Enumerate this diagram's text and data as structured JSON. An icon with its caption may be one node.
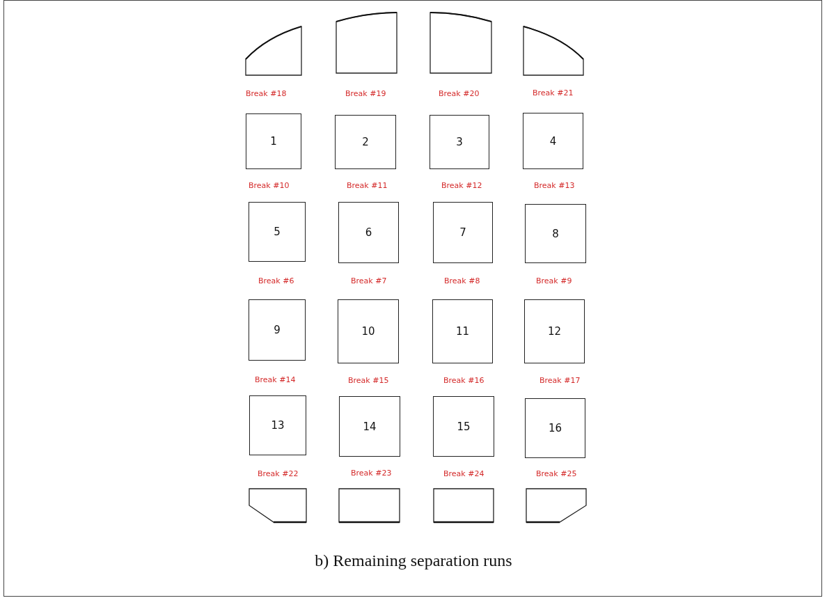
{
  "diagram": {
    "caption": "b)  Remaining separation runs",
    "nodes": [
      {
        "text": [],
        "shape": "box"
      },
      {
        "text": [],
        "shape": "box"
      },
      {
        "text": [],
        "shape": "box"
      },
      {
        "text": [],
        "shape": "box"
      },
      {
        "text": [
          "1"
        ]
      },
      {
        "text": [
          "2"
        ]
      },
      {
        "text": [
          "3"
        ]
      },
      {
        "text": [
          "4"
        ]
      },
      {
        "text": [
          "5"
        ]
      },
      {
        "text": [
          "6"
        ]
      },
      {
        "text": [
          "7"
        ]
      },
      {
        "text": [
          "8"
        ]
      },
      {
        "text": [
          "9"
        ]
      },
      {
        "text": [
          "10"
        ]
      },
      {
        "text": [
          "11"
        ]
      },
      {
        "text": [
          "12"
        ]
      },
      {
        "text": [
          "13"
        ]
      },
      {
        "text": [
          "14"
        ]
      },
      {
        "text": [
          "15"
        ]
      },
      {
        "text": [
          "16"
        ]
      },
      {
        "text": [],
        "shape": "box"
      },
      {
        "text": [],
        "shape": "box"
      },
      {
        "text": [],
        "shape": "box"
      },
      {
        "text": [],
        "shape": "box"
      }
    ],
    "edges": [],
    "labels": [
      "Break #18",
      "Break #19",
      "Break #20",
      "Break #21",
      "Break #10",
      "Break #11",
      "Break #12",
      "Break #13",
      "Break #6",
      "Break #7",
      "Break #8",
      "Break #9",
      "Break #14",
      "Break #15",
      "Break #16",
      "Break #17",
      "Break #22",
      "Break #23",
      "Break #24",
      "Break #25"
    ]
  }
}
